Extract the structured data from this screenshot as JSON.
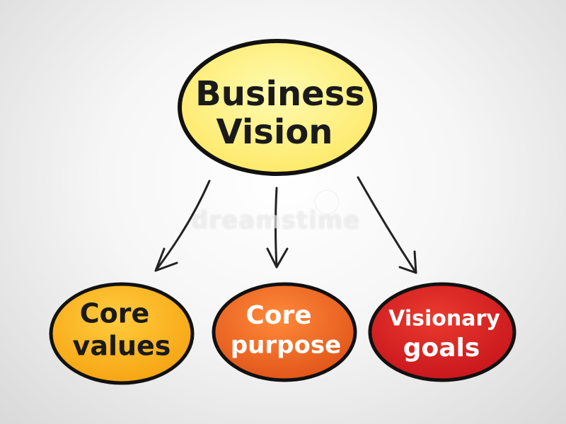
{
  "diagram": {
    "root": {
      "line1": "Business",
      "line2": "Vision",
      "fill": "#fde96a",
      "fill_light": "#fffbb0"
    },
    "children": [
      {
        "line1": "Core",
        "line2": "values",
        "fill": "#f7a514",
        "fill_light": "#ffcc3d"
      },
      {
        "line1": "Core",
        "line2": "purpose",
        "fill": "#e2561a",
        "fill_light": "#ff8a3a"
      },
      {
        "line1": "Visionary",
        "line2": "goals",
        "fill": "#c9171d",
        "fill_light": "#ea3a2e"
      }
    ],
    "outline_color": "#111111"
  },
  "watermark": {
    "text": "dreamstime"
  }
}
